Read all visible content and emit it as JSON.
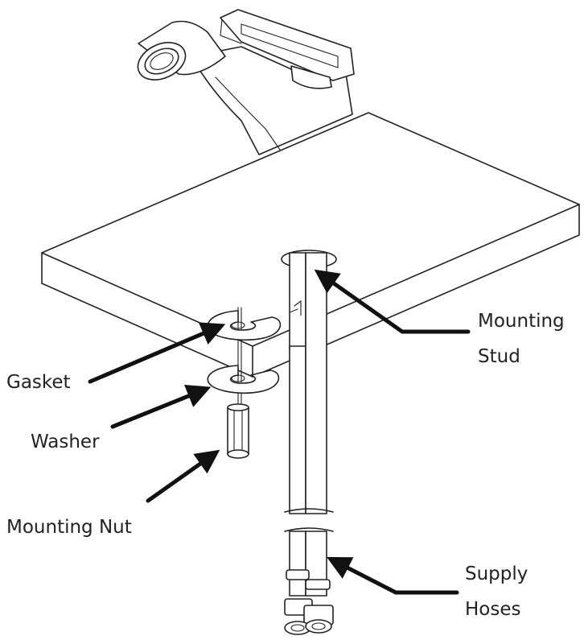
{
  "labels": {
    "mounting_stud": [
      "Mounting",
      "Stud"
    ],
    "gasket": "Gasket",
    "washer": "Washer",
    "mounting_nut": "Mounting Nut",
    "supply_hoses": [
      "Supply",
      "Hoses"
    ]
  },
  "colors": {
    "line": "#222222",
    "arrow": "#111111",
    "background": "#ffffff"
  }
}
